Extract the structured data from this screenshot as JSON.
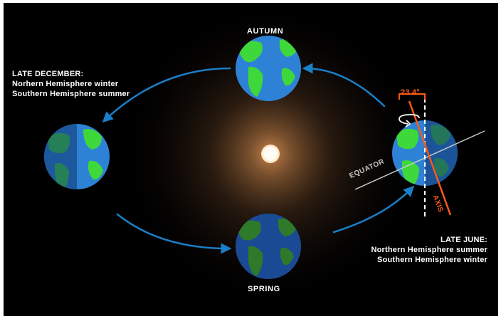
{
  "seasons": {
    "autumn": "AUTUMN",
    "spring": "SPRING"
  },
  "late_december": {
    "title": "LATE DECEMBER:",
    "line1": "Norhern Hemisphere winter",
    "line2": "Southern Hemisphere summer"
  },
  "late_june": {
    "title": "LATE JUNE:",
    "line1": "Northern Hemisphere summer",
    "line2": "Southern Hemisphere winter"
  },
  "annotations": {
    "tilt_angle": "23.4°",
    "equator": "EQUATOR",
    "axis": "AXIS"
  },
  "colors": {
    "background": "#000000",
    "ocean": "#2e82d6",
    "ocean_shadow": "#103670",
    "land": "#3fd83a",
    "land_shadow": "#2e6e2a",
    "orbit_arrow": "#1a7fc8",
    "axis_orange": "#ff5a14",
    "equator_line": "#c8c8c8",
    "sun_core": "#ffffff",
    "sun_glow": "#a06a3c"
  }
}
